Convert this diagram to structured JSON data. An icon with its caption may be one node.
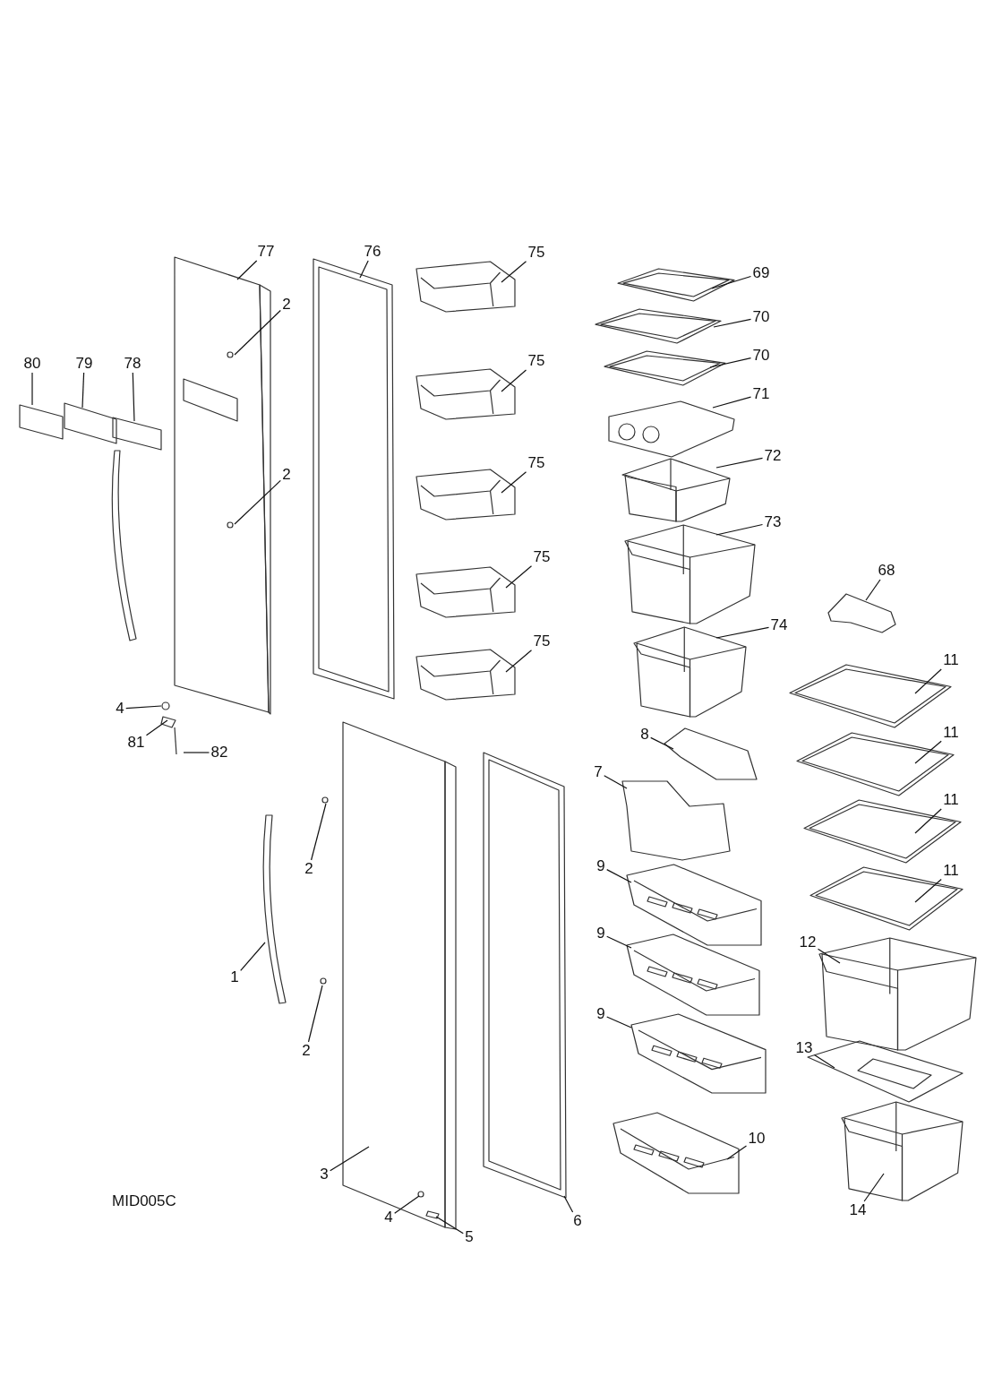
{
  "diagram": {
    "nodes": [
      {
        "text": [
          "77"
        ]
      },
      {
        "text": [
          "76"
        ]
      },
      {
        "text": [
          "75"
        ]
      },
      {
        "text": [
          "69"
        ]
      },
      {
        "text": [
          "2"
        ]
      },
      {
        "text": [
          "70"
        ]
      },
      {
        "text": [
          "75"
        ]
      },
      {
        "text": [
          "80"
        ]
      },
      {
        "text": [
          "79"
        ]
      },
      {
        "text": [
          "78"
        ]
      },
      {
        "text": [
          "70"
        ]
      },
      {
        "text": [
          "71"
        ]
      },
      {
        "text": [
          "72"
        ]
      },
      {
        "text": [
          "2"
        ]
      },
      {
        "text": [
          "75"
        ]
      },
      {
        "text": [
          "73"
        ]
      },
      {
        "text": [
          "75"
        ]
      },
      {
        "text": [
          "68"
        ]
      },
      {
        "text": [
          "74"
        ]
      },
      {
        "text": [
          "75"
        ]
      },
      {
        "text": [
          "11"
        ]
      },
      {
        "text": [
          "4"
        ]
      },
      {
        "text": [
          "81"
        ]
      },
      {
        "text": [
          "82"
        ]
      },
      {
        "text": [
          "8"
        ]
      },
      {
        "text": [
          "11"
        ]
      },
      {
        "text": [
          "7"
        ]
      },
      {
        "text": [
          "11"
        ]
      },
      {
        "text": [
          "2"
        ]
      },
      {
        "text": [
          "9"
        ]
      },
      {
        "text": [
          "11"
        ]
      },
      {
        "text": [
          "9"
        ]
      },
      {
        "text": [
          "12"
        ]
      },
      {
        "text": [
          "1"
        ]
      },
      {
        "text": [
          "9"
        ]
      },
      {
        "text": [
          "2"
        ]
      },
      {
        "text": [
          "13"
        ]
      },
      {
        "text": [
          "10"
        ]
      },
      {
        "text": [
          "3"
        ]
      },
      {
        "text": [
          "14"
        ]
      },
      {
        "text": [
          "4"
        ]
      },
      {
        "text": [
          "6"
        ]
      },
      {
        "text": [
          "5"
        ]
      }
    ],
    "edges": [
      {
        "from": 0,
        "to": null,
        "arrow": "none"
      },
      {
        "from": 1,
        "to": null,
        "arrow": "none"
      },
      {
        "from": 2,
        "to": null,
        "arrow": "none"
      },
      {
        "from": 3,
        "to": null,
        "arrow": "none"
      },
      {
        "from": 4,
        "to": null,
        "arrow": "none"
      },
      {
        "from": 5,
        "to": null,
        "arrow": "none"
      },
      {
        "from": 6,
        "to": null,
        "arrow": "none"
      },
      {
        "from": 7,
        "to": null,
        "arrow": "none"
      },
      {
        "from": 8,
        "to": null,
        "arrow": "none"
      },
      {
        "from": 9,
        "to": null,
        "arrow": "none"
      },
      {
        "from": 10,
        "to": null,
        "arrow": "none"
      },
      {
        "from": 11,
        "to": null,
        "arrow": "none"
      },
      {
        "from": 12,
        "to": null,
        "arrow": "none"
      },
      {
        "from": 13,
        "to": null,
        "arrow": "none"
      },
      {
        "from": 14,
        "to": null,
        "arrow": "none"
      },
      {
        "from": 15,
        "to": null,
        "arrow": "none"
      },
      {
        "from": 16,
        "to": null,
        "arrow": "none"
      },
      {
        "from": 17,
        "to": null,
        "arrow": "none"
      },
      {
        "from": 18,
        "to": null,
        "arrow": "none"
      },
      {
        "from": 19,
        "to": null,
        "arrow": "none"
      },
      {
        "from": 20,
        "to": null,
        "arrow": "none"
      },
      {
        "from": 21,
        "to": null,
        "arrow": "none"
      },
      {
        "from": 22,
        "to": null,
        "arrow": "none"
      },
      {
        "from": 23,
        "to": null,
        "arrow": "none"
      },
      {
        "from": 24,
        "to": null,
        "arrow": "none"
      },
      {
        "from": 25,
        "to": null,
        "arrow": "none"
      },
      {
        "from": 26,
        "to": null,
        "arrow": "none"
      },
      {
        "from": 27,
        "to": null,
        "arrow": "none"
      },
      {
        "from": 28,
        "to": null,
        "arrow": "none"
      },
      {
        "from": 29,
        "to": null,
        "arrow": "none"
      },
      {
        "from": 30,
        "to": null,
        "arrow": "none"
      },
      {
        "from": 31,
        "to": null,
        "arrow": "none"
      },
      {
        "from": 32,
        "to": null,
        "arrow": "none"
      },
      {
        "from": 33,
        "to": null,
        "arrow": "none"
      },
      {
        "from": 34,
        "to": null,
        "arrow": "none"
      },
      {
        "from": 35,
        "to": null,
        "arrow": "none"
      },
      {
        "from": 36,
        "to": null,
        "arrow": "none"
      },
      {
        "from": 37,
        "to": null,
        "arrow": "none"
      },
      {
        "from": 38,
        "to": null,
        "arrow": "none"
      },
      {
        "from": 39,
        "to": null,
        "arrow": "none"
      },
      {
        "from": 40,
        "to": null,
        "arrow": "none"
      },
      {
        "from": 41,
        "to": null,
        "arrow": "none"
      },
      {
        "from": 42,
        "to": null,
        "arrow": "none"
      }
    ],
    "labels": [
      "MID005C"
    ]
  }
}
